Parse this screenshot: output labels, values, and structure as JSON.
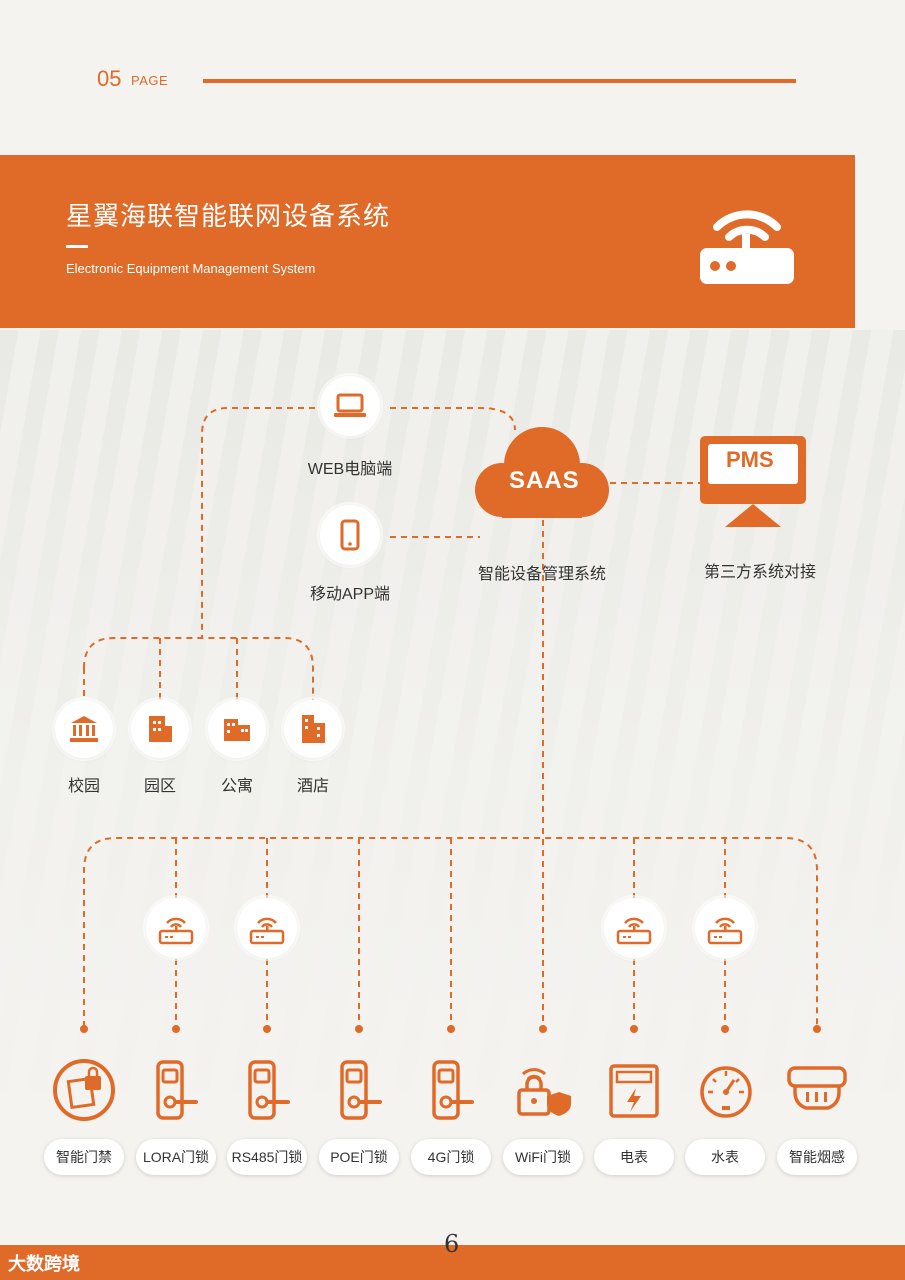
{
  "header": {
    "page_number": "05",
    "page_word": "PAGE"
  },
  "banner": {
    "title": "星翼海联智能联网设备系统",
    "subtitle": "Electronic Equipment Management System"
  },
  "clients": {
    "web_label": "WEB电脑端",
    "app_label": "移动APP端"
  },
  "saas": {
    "label": "SAAS",
    "caption": "智能设备管理系统"
  },
  "pms": {
    "label": "PMS",
    "caption": "第三方系统对接"
  },
  "venues": [
    {
      "label": "校园",
      "icon": "bank-icon"
    },
    {
      "label": "园区",
      "icon": "office-building-icon"
    },
    {
      "label": "公寓",
      "icon": "apartment-icon"
    },
    {
      "label": "酒店",
      "icon": "hotel-icon"
    }
  ],
  "devices": [
    {
      "label": "智能门禁",
      "icon": "access-control-icon"
    },
    {
      "label": "LORA门锁",
      "icon": "door-lock-icon"
    },
    {
      "label": "RS485门锁",
      "icon": "door-lock-icon"
    },
    {
      "label": "POE门锁",
      "icon": "door-lock-icon"
    },
    {
      "label": "4G门锁",
      "icon": "door-lock-icon"
    },
    {
      "label": "WiFi门锁",
      "icon": "wifi-lock-icon"
    },
    {
      "label": "电表",
      "icon": "electric-meter-icon"
    },
    {
      "label": "水表",
      "icon": "water-meter-icon"
    },
    {
      "label": "智能烟感",
      "icon": "smoke-detector-icon"
    }
  ],
  "footer": {
    "page": "6",
    "watermark": "大数跨境"
  },
  "colors": {
    "accent": "#e06a28",
    "background": "#f4f3f0"
  }
}
